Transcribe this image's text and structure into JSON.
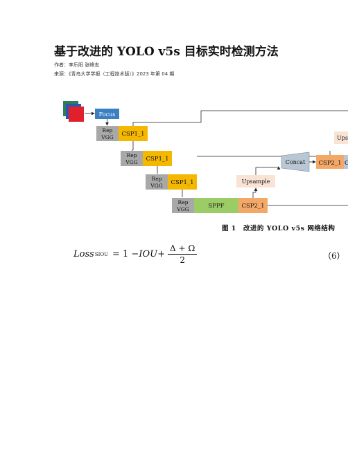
{
  "article": {
    "title": "基于改进的 YOLO v5s 目标实时检测方法",
    "authors": "作者：李乐阳 张峰志",
    "source": "来源：《青岛大学学报（工程技术版）》2023 年第 04 期"
  },
  "figure": {
    "caption": "图 1　改进的 YOLO v5s 网络结构",
    "blocks": {
      "focus": "Focus",
      "rep": "Rep",
      "vgg": "VGG",
      "csp1": "CSP1_1",
      "sppf": "SPPF",
      "csp2": "CSP2_1",
      "concat": "Concat",
      "upsample": "Upsample",
      "ups_partial": "Ups",
      "c_partial": "C"
    },
    "colors": {
      "focus": "#3a7fc1",
      "rep_vgg": "#a8a8a8",
      "csp1": "#f5b800",
      "sppf": "#9ccc65",
      "csp2": "#f4a868",
      "upsample": "#f9e3d4",
      "concat": "#b9c6d3",
      "line": "#222222"
    }
  },
  "formula": {
    "lhs": "Loss",
    "lhs_sub": "SIOU",
    "rhs_a": "= 1 − ",
    "rhs_iou": "IOU",
    "rhs_b": " + ",
    "numerator": "Δ + Ω",
    "denominator": "2",
    "eq_number": "（6）"
  }
}
